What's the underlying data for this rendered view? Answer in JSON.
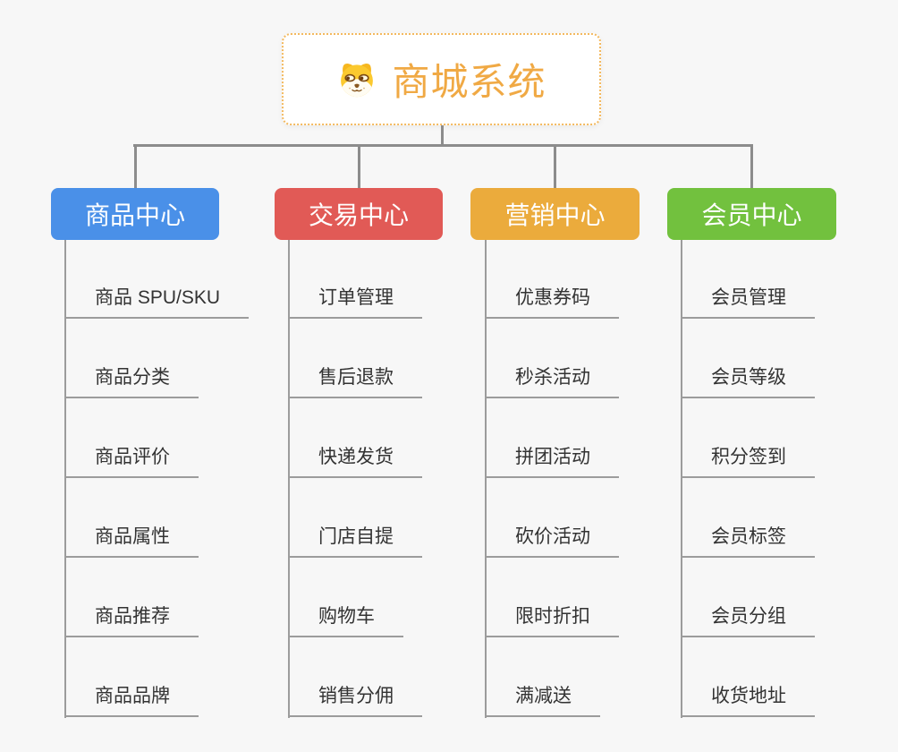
{
  "app": {
    "background_color": "#f7f7f7",
    "connector_color": "#8c8c8c",
    "leaf_line_color": "#9c9c9c",
    "leaf_text_color": "#333333"
  },
  "root": {
    "title": "商城系统",
    "icon": "dog-face-icon",
    "title_color": "#f0a944",
    "border_color": "#f3b95f"
  },
  "branches": [
    {
      "label": "商品中心",
      "color": "#4a90e8",
      "items": [
        "商品 SPU/SKU",
        "商品分类",
        "商品评价",
        "商品属性",
        "商品推荐",
        "商品品牌"
      ]
    },
    {
      "label": "交易中心",
      "color": "#e15a56",
      "items": [
        "订单管理",
        "售后退款",
        "快递发货",
        "门店自提",
        "购物车",
        "销售分佣"
      ]
    },
    {
      "label": "营销中心",
      "color": "#ebab3c",
      "items": [
        "优惠券码",
        "秒杀活动",
        "拼团活动",
        "砍价活动",
        "限时折扣",
        "满减送"
      ]
    },
    {
      "label": "会员中心",
      "color": "#72c13e",
      "items": [
        "会员管理",
        "会员等级",
        "积分签到",
        "会员标签",
        "会员分组",
        "收货地址"
      ]
    }
  ]
}
